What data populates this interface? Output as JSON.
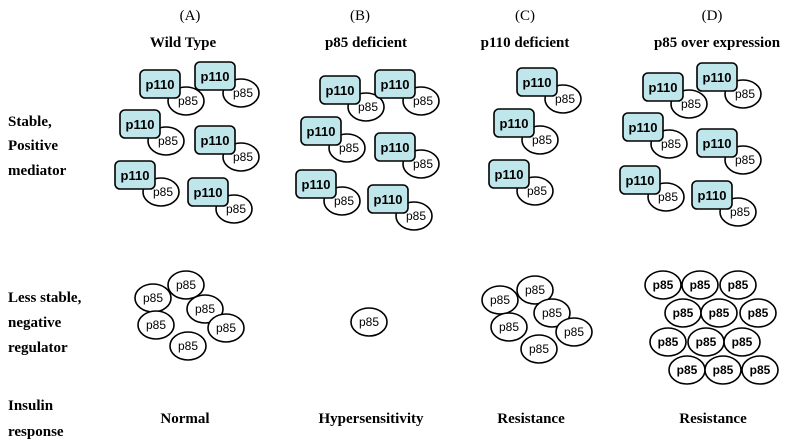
{
  "columns": [
    {
      "letter": "(A)",
      "title": "Wild Type",
      "response": "Normal"
    },
    {
      "letter": "(B)",
      "title": "p85 deficient",
      "response": "Hypersensitivity"
    },
    {
      "letter": "(C)",
      "title": "p110 deficient",
      "response": "Resistance"
    },
    {
      "letter": "(D)",
      "title": "p85 over expression",
      "response": "Resistance"
    }
  ],
  "rows": {
    "stable": [
      "Stable,",
      "Positive",
      "mediator"
    ],
    "less_stable": [
      "Less stable,",
      "negative",
      "regulator"
    ],
    "insulin": [
      "Insulin",
      "response"
    ]
  },
  "labels": {
    "p110": "p110",
    "p85": "p85"
  },
  "colors": {
    "p110_fill": "#bfe6ea",
    "outline": "#000000"
  }
}
